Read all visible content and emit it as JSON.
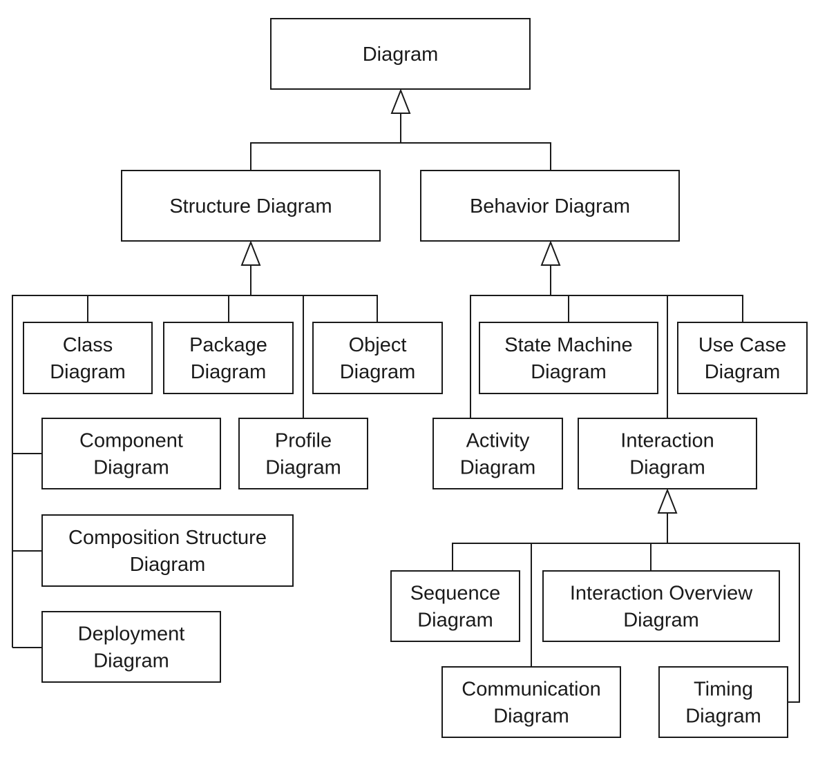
{
  "title": "UML Diagram Hierarchy",
  "nodes": {
    "diagram": {
      "lines": [
        "Diagram"
      ]
    },
    "structure": {
      "lines": [
        "Structure Diagram"
      ]
    },
    "behavior": {
      "lines": [
        "Behavior Diagram"
      ]
    },
    "class": {
      "lines": [
        "Class",
        "Diagram"
      ]
    },
    "package": {
      "lines": [
        "Package",
        "Diagram"
      ]
    },
    "object": {
      "lines": [
        "Object",
        "Diagram"
      ]
    },
    "component": {
      "lines": [
        "Component",
        "Diagram"
      ]
    },
    "profile": {
      "lines": [
        "Profile",
        "Diagram"
      ]
    },
    "composition": {
      "lines": [
        "Composition Structure",
        "Diagram"
      ]
    },
    "deployment": {
      "lines": [
        "Deployment",
        "Diagram"
      ]
    },
    "statemachine": {
      "lines": [
        "State Machine",
        "Diagram"
      ]
    },
    "usecase": {
      "lines": [
        "Use Case",
        "Diagram"
      ]
    },
    "activity": {
      "lines": [
        "Activity",
        "Diagram"
      ]
    },
    "interaction": {
      "lines": [
        "Interaction",
        "Diagram"
      ]
    },
    "sequence": {
      "lines": [
        "Sequence",
        "Diagram"
      ]
    },
    "interactionoverview": {
      "lines": [
        "Interaction Overview",
        "Diagram"
      ]
    },
    "communication": {
      "lines": [
        "Communication",
        "Diagram"
      ]
    },
    "timing": {
      "lines": [
        "Timing",
        "Diagram"
      ]
    }
  },
  "generalizations": [
    {
      "parent": "diagram",
      "children": [
        "structure",
        "behavior"
      ]
    },
    {
      "parent": "structure",
      "children": [
        "class",
        "package",
        "object",
        "component",
        "profile",
        "composition",
        "deployment"
      ]
    },
    {
      "parent": "behavior",
      "children": [
        "statemachine",
        "usecase",
        "activity",
        "interaction"
      ]
    },
    {
      "parent": "interaction",
      "children": [
        "sequence",
        "interactionoverview",
        "communication",
        "timing"
      ]
    }
  ]
}
